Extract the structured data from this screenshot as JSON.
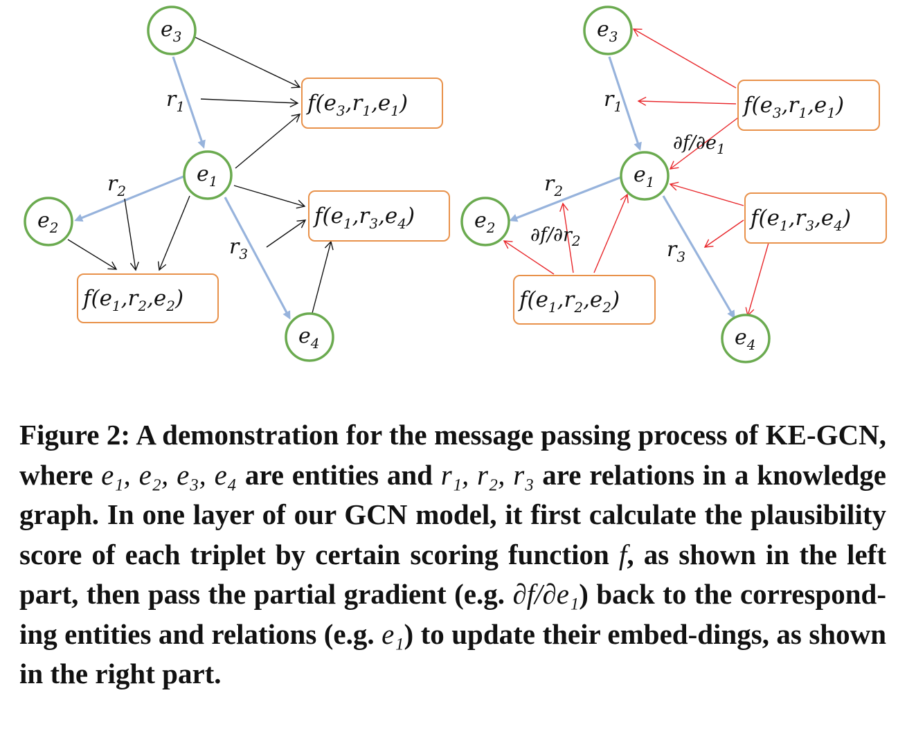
{
  "left": {
    "nodes": {
      "e3": "e",
      "e1": "e",
      "e2": "e",
      "e4": "e"
    },
    "node_subs": {
      "e3": "3",
      "e1": "1",
      "e2": "2",
      "e4": "4"
    },
    "relations": {
      "r1": "r",
      "r2": "r",
      "r3": "r"
    },
    "relation_subs": {
      "r1": "1",
      "r2": "2",
      "r3": "3"
    },
    "scores": {
      "f1": {
        "pre": "f(e",
        "s1": "3",
        "m1": ",r",
        "s2": "1",
        "m2": ",e",
        "s3": "1",
        "post": ")"
      },
      "f2": {
        "pre": "f(e",
        "s1": "1",
        "m1": ",r",
        "s2": "3",
        "m2": ",e",
        "s3": "4",
        "post": ")"
      },
      "f3": {
        "pre": "f(e",
        "s1": "1",
        "m1": ",r",
        "s2": "2",
        "m2": ",e",
        "s3": "2",
        "post": ")"
      }
    }
  },
  "right": {
    "nodes": {
      "e3": "e",
      "e1": "e",
      "e2": "e",
      "e4": "e"
    },
    "node_subs": {
      "e3": "3",
      "e1": "1",
      "e2": "2",
      "e4": "4"
    },
    "relations": {
      "r1": "r",
      "r2": "r",
      "r3": "r"
    },
    "relation_subs": {
      "r1": "1",
      "r2": "2",
      "r3": "3"
    },
    "scores": {
      "f1": {
        "pre": "f(e",
        "s1": "3",
        "m1": ",r",
        "s2": "1",
        "m2": ",e",
        "s3": "1",
        "post": ")"
      },
      "f2": {
        "pre": "f(e",
        "s1": "1",
        "m1": ",r",
        "s2": "3",
        "m2": ",e",
        "s3": "4",
        "post": ")"
      },
      "f3": {
        "pre": "f(e",
        "s1": "1",
        "m1": ",r",
        "s2": "2",
        "m2": ",e",
        "s3": "2",
        "post": ")"
      }
    },
    "grad_e1": {
      "text": "∂f/∂e",
      "sub": "1"
    },
    "grad_r2": {
      "text": "∂f/∂r",
      "sub": "2"
    }
  },
  "colors": {
    "node_stroke": "#6aaa4f",
    "box_stroke": "#e8914a",
    "relation_edge": "#97b3dc",
    "message_edge": "#111111",
    "gradient_edge": "#e8262a"
  },
  "caption": {
    "t1": "Figure 2: A demonstration for the message passing process of KE-GCN, where ",
    "m1": "e₁, e₂, e₃, e₄",
    "t2": " are entities and ",
    "m2": "r₁, r₂, r₃",
    "t3": " are relations in a knowledge graph. In one layer of our GCN model, it first calculate the plausibility score of each triplet by certain scoring function ",
    "m3": "f",
    "t4": ", as shown in the left part, then pass the partial gradient (e.g. ",
    "m4": "∂f/∂e₁",
    "t5": ") back to the correspond-ing entities and relations (e.g. ",
    "m5": "e₁",
    "t6": ") to update their embed-dings, as shown in the right part."
  }
}
